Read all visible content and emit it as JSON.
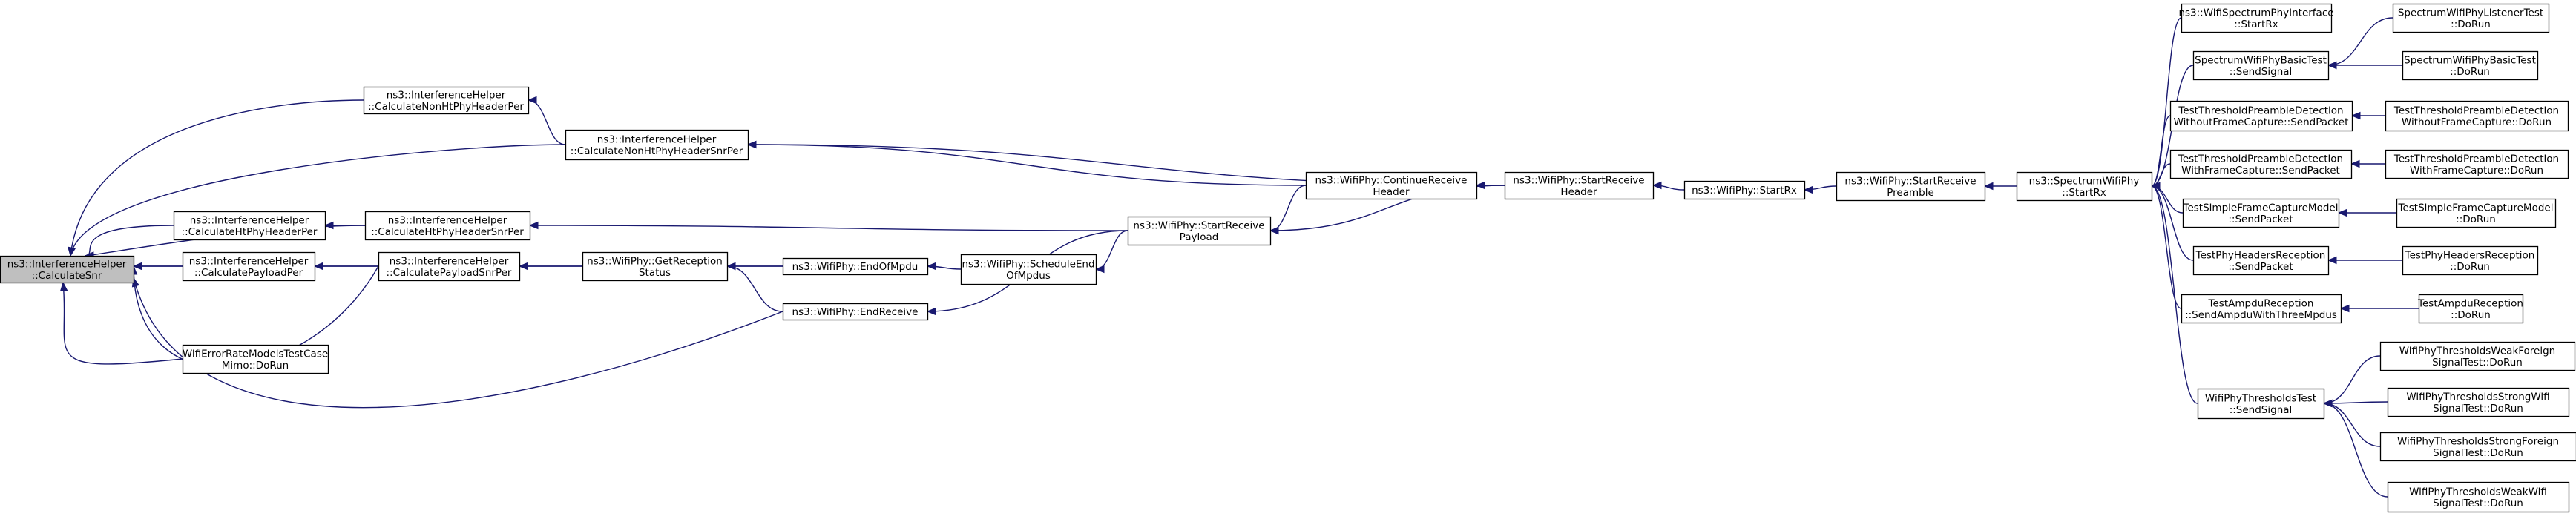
{
  "diagram": {
    "type": "call-graph",
    "colors": {
      "edge": "#191970",
      "node_border": "#000000",
      "node_fill": "#ffffff",
      "root_fill": "#bfbfbf"
    },
    "nodes": [
      {
        "id": "n0",
        "lines": [
          "ns3::InterferenceHelper",
          "::CalculateSnr"
        ],
        "root": true
      },
      {
        "id": "n1",
        "lines": [
          "ns3::InterferenceHelper",
          "::CalculateNonHtPhyHeaderPer"
        ]
      },
      {
        "id": "n2",
        "lines": [
          "ns3::InterferenceHelper",
          "::CalculateNonHtPhyHeaderSnrPer"
        ]
      },
      {
        "id": "n3",
        "lines": [
          "ns3::InterferenceHelper",
          "::CalculateHtPhyHeaderPer"
        ]
      },
      {
        "id": "n4",
        "lines": [
          "ns3::InterferenceHelper",
          "::CalculateHtPhyHeaderSnrPer"
        ]
      },
      {
        "id": "n5",
        "lines": [
          "ns3::InterferenceHelper",
          "::CalculatePayloadPer"
        ]
      },
      {
        "id": "n6",
        "lines": [
          "ns3::InterferenceHelper",
          "::CalculatePayloadSnrPer"
        ]
      },
      {
        "id": "n7",
        "lines": [
          "WifiErrorRateModelsTestCase",
          "Mimo::DoRun"
        ]
      },
      {
        "id": "n8",
        "lines": [
          "ns3::WifiPhy::GetReception",
          "Status"
        ]
      },
      {
        "id": "n9",
        "lines": [
          "ns3::WifiPhy::EndOfMpdu"
        ]
      },
      {
        "id": "n10",
        "lines": [
          "ns3::WifiPhy::EndReceive"
        ]
      },
      {
        "id": "n11",
        "lines": [
          "ns3::WifiPhy::ScheduleEnd",
          "OfMpdus"
        ]
      },
      {
        "id": "n12",
        "lines": [
          "ns3::WifiPhy::StartReceive",
          "Payload"
        ]
      },
      {
        "id": "n13",
        "lines": [
          "ns3::WifiPhy::ContinueReceive",
          "Header"
        ]
      },
      {
        "id": "n14",
        "lines": [
          "ns3::WifiPhy::StartReceive",
          "Header"
        ]
      },
      {
        "id": "n15",
        "lines": [
          "ns3::WifiPhy::StartRx"
        ]
      },
      {
        "id": "n16",
        "lines": [
          "ns3::WifiPhy::StartReceive",
          "Preamble"
        ]
      },
      {
        "id": "n17",
        "lines": [
          "ns3::SpectrumWifiPhy",
          "::StartRx"
        ]
      },
      {
        "id": "n18",
        "lines": [
          "ns3::WifiSpectrumPhyInterface",
          "::StartRx"
        ]
      },
      {
        "id": "n19",
        "lines": [
          "SpectrumWifiPhyBasicTest",
          "::SendSignal"
        ]
      },
      {
        "id": "n20",
        "lines": [
          "TestThresholdPreambleDetection",
          "WithoutFrameCapture::SendPacket"
        ]
      },
      {
        "id": "n21",
        "lines": [
          "TestThresholdPreambleDetection",
          "WithFrameCapture::SendPacket"
        ]
      },
      {
        "id": "n22",
        "lines": [
          "TestSimpleFrameCaptureModel",
          "::SendPacket"
        ]
      },
      {
        "id": "n23",
        "lines": [
          "TestPhyHeadersReception",
          "::SendPacket"
        ]
      },
      {
        "id": "n24",
        "lines": [
          "TestAmpduReception",
          "::SendAmpduWithThreeMpdus"
        ]
      },
      {
        "id": "n25",
        "lines": [
          "WifiPhyThresholdsTest",
          "::SendSignal"
        ]
      },
      {
        "id": "n26",
        "lines": [
          "SpectrumWifiPhyListenerTest",
          "::DoRun"
        ]
      },
      {
        "id": "n27",
        "lines": [
          "SpectrumWifiPhyBasicTest",
          "::DoRun"
        ]
      },
      {
        "id": "n28",
        "lines": [
          "TestThresholdPreambleDetection",
          "WithoutFrameCapture::DoRun"
        ]
      },
      {
        "id": "n29",
        "lines": [
          "TestThresholdPreambleDetection",
          "WithFrameCapture::DoRun"
        ]
      },
      {
        "id": "n30",
        "lines": [
          "TestSimpleFrameCaptureModel",
          "::DoRun"
        ]
      },
      {
        "id": "n31",
        "lines": [
          "TestPhyHeadersReception",
          "::DoRun"
        ]
      },
      {
        "id": "n32",
        "lines": [
          "TestAmpduReception",
          "::DoRun"
        ]
      },
      {
        "id": "n33",
        "lines": [
          "WifiPhyThresholdsWeakForeign",
          "SignalTest::DoRun"
        ]
      },
      {
        "id": "n34",
        "lines": [
          "WifiPhyThresholdsStrongWifi",
          "SignalTest::DoRun"
        ]
      },
      {
        "id": "n35",
        "lines": [
          "WifiPhyThresholdsStrongForeign",
          "SignalTest::DoRun"
        ]
      },
      {
        "id": "n36",
        "lines": [
          "WifiPhyThresholdsWeakWifi",
          "SignalTest::DoRun"
        ]
      }
    ],
    "edges": [
      {
        "from": "n1",
        "to": "n0"
      },
      {
        "from": "n2",
        "to": "n0"
      },
      {
        "from": "n3",
        "to": "n0"
      },
      {
        "from": "n4",
        "to": "n0"
      },
      {
        "from": "n5",
        "to": "n0"
      },
      {
        "from": "n6",
        "to": "n0"
      },
      {
        "from": "n7",
        "to": "n0"
      },
      {
        "from": "n9",
        "to": "n0"
      },
      {
        "from": "n10",
        "to": "n0"
      },
      {
        "from": "n2",
        "to": "n1"
      },
      {
        "from": "n4",
        "to": "n3"
      },
      {
        "from": "n6",
        "to": "n5"
      },
      {
        "from": "n8",
        "to": "n6"
      },
      {
        "from": "n9",
        "to": "n8"
      },
      {
        "from": "n10",
        "to": "n8"
      },
      {
        "from": "n11",
        "to": "n9"
      },
      {
        "from": "n12",
        "to": "n11"
      },
      {
        "from": "n12",
        "to": "n10"
      },
      {
        "from": "n12",
        "to": "n4"
      },
      {
        "from": "n13",
        "to": "n12"
      },
      {
        "from": "n14",
        "to": "n12"
      },
      {
        "from": "n13",
        "to": "n2"
      },
      {
        "from": "n14",
        "to": "n2"
      },
      {
        "from": "n14",
        "to": "n13"
      },
      {
        "from": "n15",
        "to": "n14"
      },
      {
        "from": "n16",
        "to": "n15"
      },
      {
        "from": "n17",
        "to": "n16"
      },
      {
        "from": "n18",
        "to": "n17"
      },
      {
        "from": "n19",
        "to": "n17"
      },
      {
        "from": "n20",
        "to": "n17"
      },
      {
        "from": "n21",
        "to": "n17"
      },
      {
        "from": "n22",
        "to": "n17"
      },
      {
        "from": "n23",
        "to": "n17"
      },
      {
        "from": "n24",
        "to": "n17"
      },
      {
        "from": "n25",
        "to": "n17"
      },
      {
        "from": "n26",
        "to": "n19"
      },
      {
        "from": "n27",
        "to": "n19"
      },
      {
        "from": "n28",
        "to": "n20"
      },
      {
        "from": "n29",
        "to": "n21"
      },
      {
        "from": "n30",
        "to": "n22"
      },
      {
        "from": "n31",
        "to": "n23"
      },
      {
        "from": "n32",
        "to": "n24"
      },
      {
        "from": "n33",
        "to": "n25"
      },
      {
        "from": "n34",
        "to": "n25"
      },
      {
        "from": "n35",
        "to": "n25"
      },
      {
        "from": "n36",
        "to": "n25"
      }
    ]
  }
}
